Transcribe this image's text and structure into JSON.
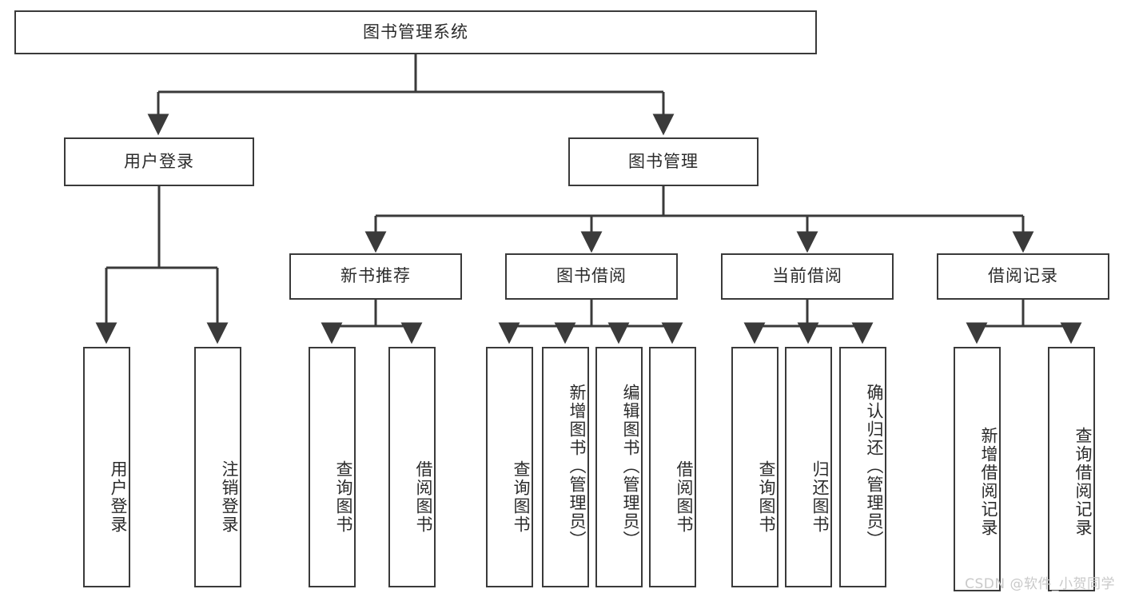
{
  "diagram": {
    "type": "tree-hierarchy",
    "title": "图书管理系统",
    "orientation": "top-down",
    "line_color": "#3a3a3a",
    "box_fill": "#ffffff",
    "text_color": "#2b2b2b"
  },
  "root": {
    "label": "图书管理系统"
  },
  "level2": [
    {
      "label": "用户登录"
    },
    {
      "label": "图书管理"
    }
  ],
  "level3": [
    {
      "label": "新书推荐"
    },
    {
      "label": "图书借阅"
    },
    {
      "label": "当前借阅"
    },
    {
      "label": "借阅记录"
    }
  ],
  "leaves": {
    "user_login": [
      {
        "label": "用户登录"
      },
      {
        "label": "注销登录"
      }
    ],
    "new_book_recommend": [
      {
        "label": "查询图书"
      },
      {
        "label": "借阅图书"
      }
    ],
    "book_borrow": [
      {
        "label": "查询图书"
      },
      {
        "label": "新增图书（管理员）"
      },
      {
        "label": "编辑图书（管理员）"
      },
      {
        "label": "借阅图书"
      }
    ],
    "current_borrow": [
      {
        "label": "查询图书"
      },
      {
        "label": "归还图书"
      },
      {
        "label": "确认归还（管理员）"
      }
    ],
    "borrow_record": [
      {
        "label": "新增借阅记录"
      },
      {
        "label": "查询借阅记录"
      }
    ]
  },
  "watermark": {
    "text": "CSDN @软件_小贺同学"
  }
}
